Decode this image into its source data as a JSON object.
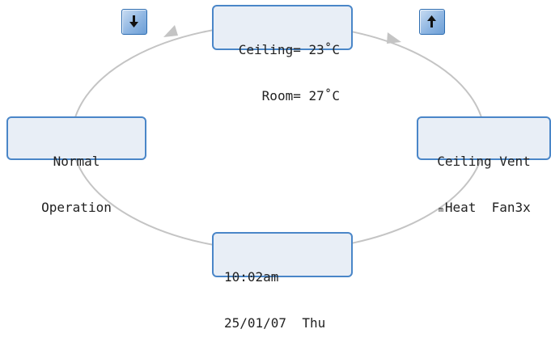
{
  "screens": {
    "top": {
      "line1": "Ceiling= 23˚C",
      "line2": "Room= 27˚C"
    },
    "left": {
      "line1": "Normal",
      "line2": "Operation"
    },
    "right": {
      "line1": "Ceiling Vent",
      "line2": "ₘHeat  Fan3x"
    },
    "bottom": {
      "line1": "10:02am",
      "line2": "25/01/07  Thu"
    }
  },
  "buttons": {
    "down": {
      "icon": "down-arrow-icon"
    },
    "up": {
      "icon": "up-arrow-icon"
    }
  },
  "colors": {
    "screen_border": "#4a86c8",
    "screen_fill": "#e8eef6",
    "loop_line": "#c4c4c4",
    "button_fill": "#8fb6e2"
  }
}
